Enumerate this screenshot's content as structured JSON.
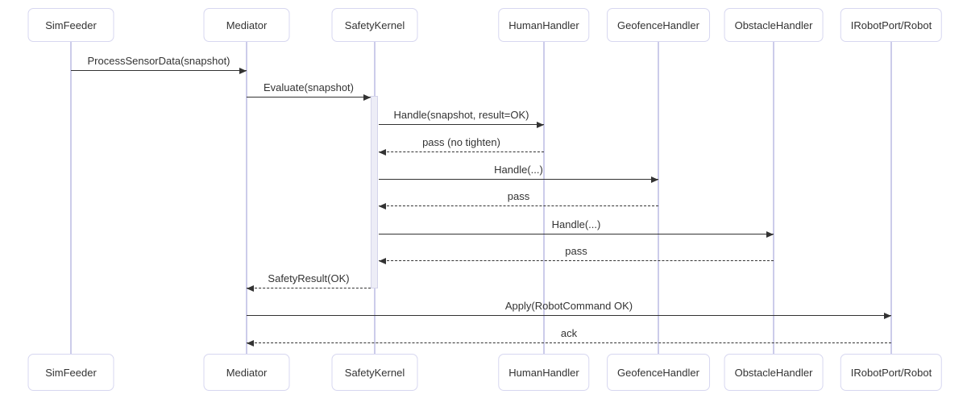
{
  "diagram_type": "uml-sequence-diagram",
  "colors": {
    "background": "#ffffff",
    "actor_border": "#d7d7f0",
    "actor_fill": "#ffffff",
    "actor_text": "#333333",
    "lifeline": "#ccccea",
    "message_line": "#333333",
    "message_text": "#333333",
    "activation_fill": "#ededf6",
    "activation_border": "#d4d4ea"
  },
  "participants": [
    {
      "name": "SimFeeder"
    },
    {
      "name": "Mediator"
    },
    {
      "name": "SafetyKernel"
    },
    {
      "name": "HumanHandler"
    },
    {
      "name": "GeofenceHandler"
    },
    {
      "name": "ObstacleHandler"
    },
    {
      "name": "IRobotPort/Robot"
    }
  ],
  "activations": [
    {
      "participant": "SafetyKernel",
      "from_message": "Evaluate(snapshot)",
      "to_message": "SafetyResult(OK)"
    }
  ],
  "messages": [
    {
      "from": "SimFeeder",
      "to": "Mediator",
      "label": "ProcessSensorData(snapshot)",
      "kind": "sync"
    },
    {
      "from": "Mediator",
      "to": "SafetyKernel",
      "label": "Evaluate(snapshot)",
      "kind": "sync"
    },
    {
      "from": "SafetyKernel",
      "to": "HumanHandler",
      "label": "Handle(snapshot, result=OK)",
      "kind": "sync"
    },
    {
      "from": "HumanHandler",
      "to": "SafetyKernel",
      "label": "pass (no tighten)",
      "kind": "return"
    },
    {
      "from": "SafetyKernel",
      "to": "GeofenceHandler",
      "label": "Handle(...)",
      "kind": "sync"
    },
    {
      "from": "GeofenceHandler",
      "to": "SafetyKernel",
      "label": "pass",
      "kind": "return"
    },
    {
      "from": "SafetyKernel",
      "to": "ObstacleHandler",
      "label": "Handle(...)",
      "kind": "sync"
    },
    {
      "from": "ObstacleHandler",
      "to": "SafetyKernel",
      "label": "pass",
      "kind": "return"
    },
    {
      "from": "SafetyKernel",
      "to": "Mediator",
      "label": "SafetyResult(OK)",
      "kind": "return"
    },
    {
      "from": "Mediator",
      "to": "IRobotPort/Robot",
      "label": "Apply(RobotCommand OK)",
      "kind": "sync"
    },
    {
      "from": "IRobotPort/Robot",
      "to": "Mediator",
      "label": "ack",
      "kind": "return"
    }
  ]
}
